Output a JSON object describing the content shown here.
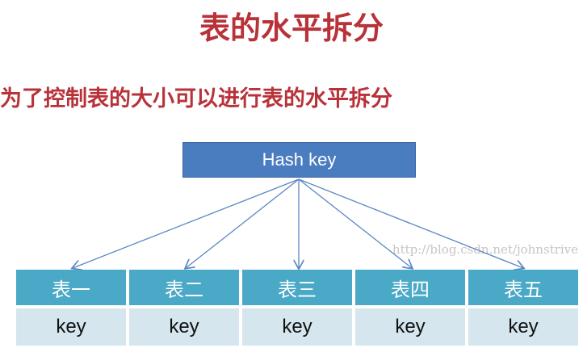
{
  "title": "表的水平拆分",
  "subtitle": "为了控制表的大小可以进行表的水平拆分",
  "hash_box": "Hash key",
  "tables": [
    {
      "name": "表一",
      "key": "key"
    },
    {
      "name": "表二",
      "key": "key"
    },
    {
      "name": "表三",
      "key": "key"
    },
    {
      "name": "表四",
      "key": "key"
    },
    {
      "name": "表五",
      "key": "key"
    }
  ],
  "watermark": "http://blog.csdn.net/johnstrive",
  "colors": {
    "title": "#b8323a",
    "hash": "#4a7cc0",
    "header": "#4aa9c6",
    "cell": "#d5e6ee",
    "arrow": "#5b86c4"
  }
}
